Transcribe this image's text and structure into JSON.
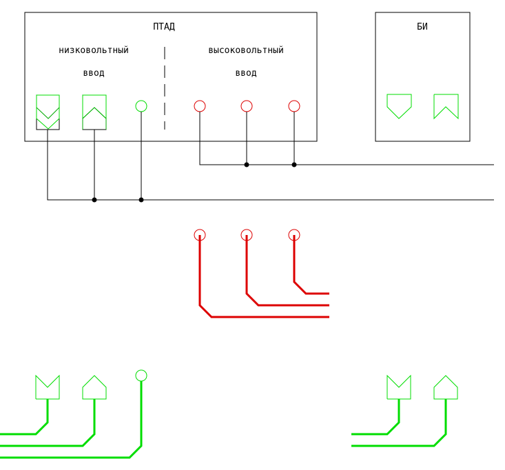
{
  "blocks": {
    "ptad": {
      "title": "ПТАД",
      "low_voltage_line1": "низковольтный",
      "low_voltage_line2": "ввод",
      "high_voltage_line1": "высоковольтный",
      "high_voltage_line2": "ввод"
    },
    "bi": {
      "title": "БИ"
    }
  },
  "colors": {
    "line": "#000000",
    "high_voltage": "#dd0000",
    "low_voltage": "#00dd00",
    "connector": "#22cc22"
  }
}
